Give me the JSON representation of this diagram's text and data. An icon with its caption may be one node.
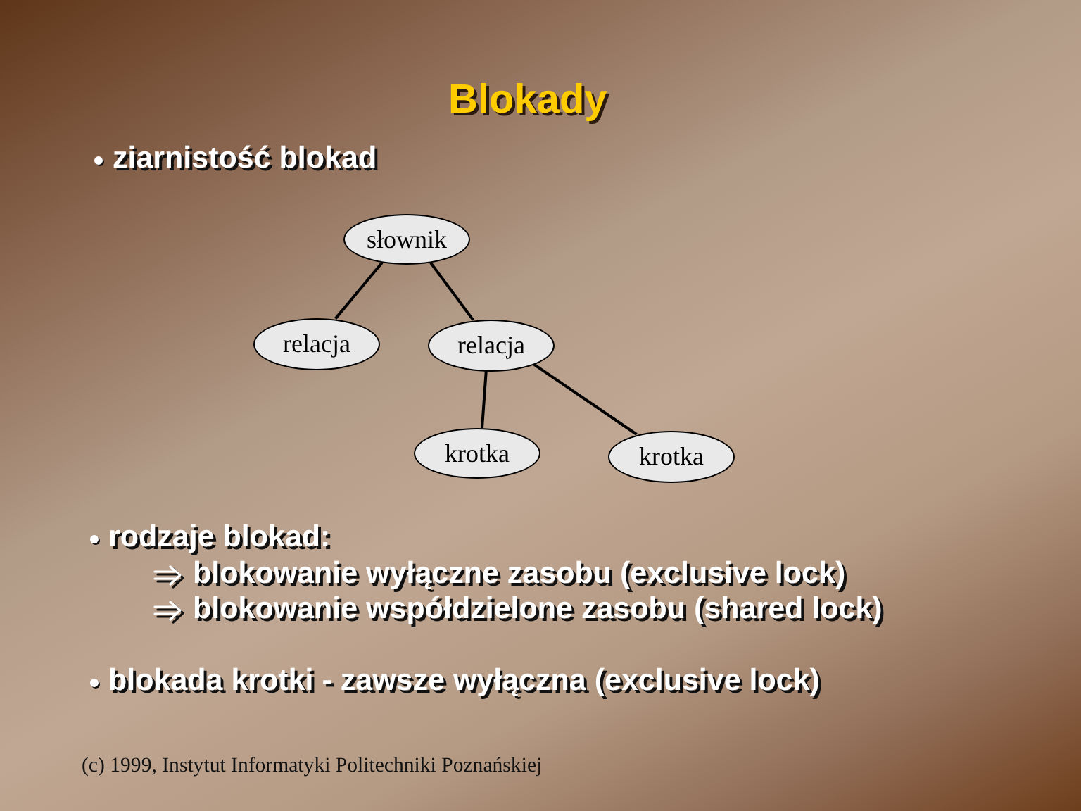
{
  "diagram": {
    "title": "Blokady",
    "nodes": [
      {
        "text": [
          "słownik"
        ]
      },
      {
        "text": [
          "relacja"
        ]
      },
      {
        "text": [
          "relacja"
        ]
      },
      {
        "text": [
          "krotka"
        ]
      },
      {
        "text": [
          "krotka"
        ]
      }
    ],
    "edges": [
      {
        "from": 0,
        "to": 1,
        "arrow": "none"
      },
      {
        "from": 0,
        "to": 2,
        "arrow": "none"
      },
      {
        "from": 2,
        "to": 3,
        "arrow": "none"
      },
      {
        "from": 2,
        "to": 4,
        "arrow": "none"
      }
    ],
    "labels": [
      "ziarnistość blokad",
      "rodzaje blokad:",
      "blokowanie wyłączne zasobu (exclusive lock)",
      "blokowanie współdzielone zasobu (shared lock)",
      "blokada krotki - zawsze wyłączna (exclusive lock)",
      "(c) 1999, Instytut Informatyki Politechniki Poznańskiej"
    ]
  }
}
